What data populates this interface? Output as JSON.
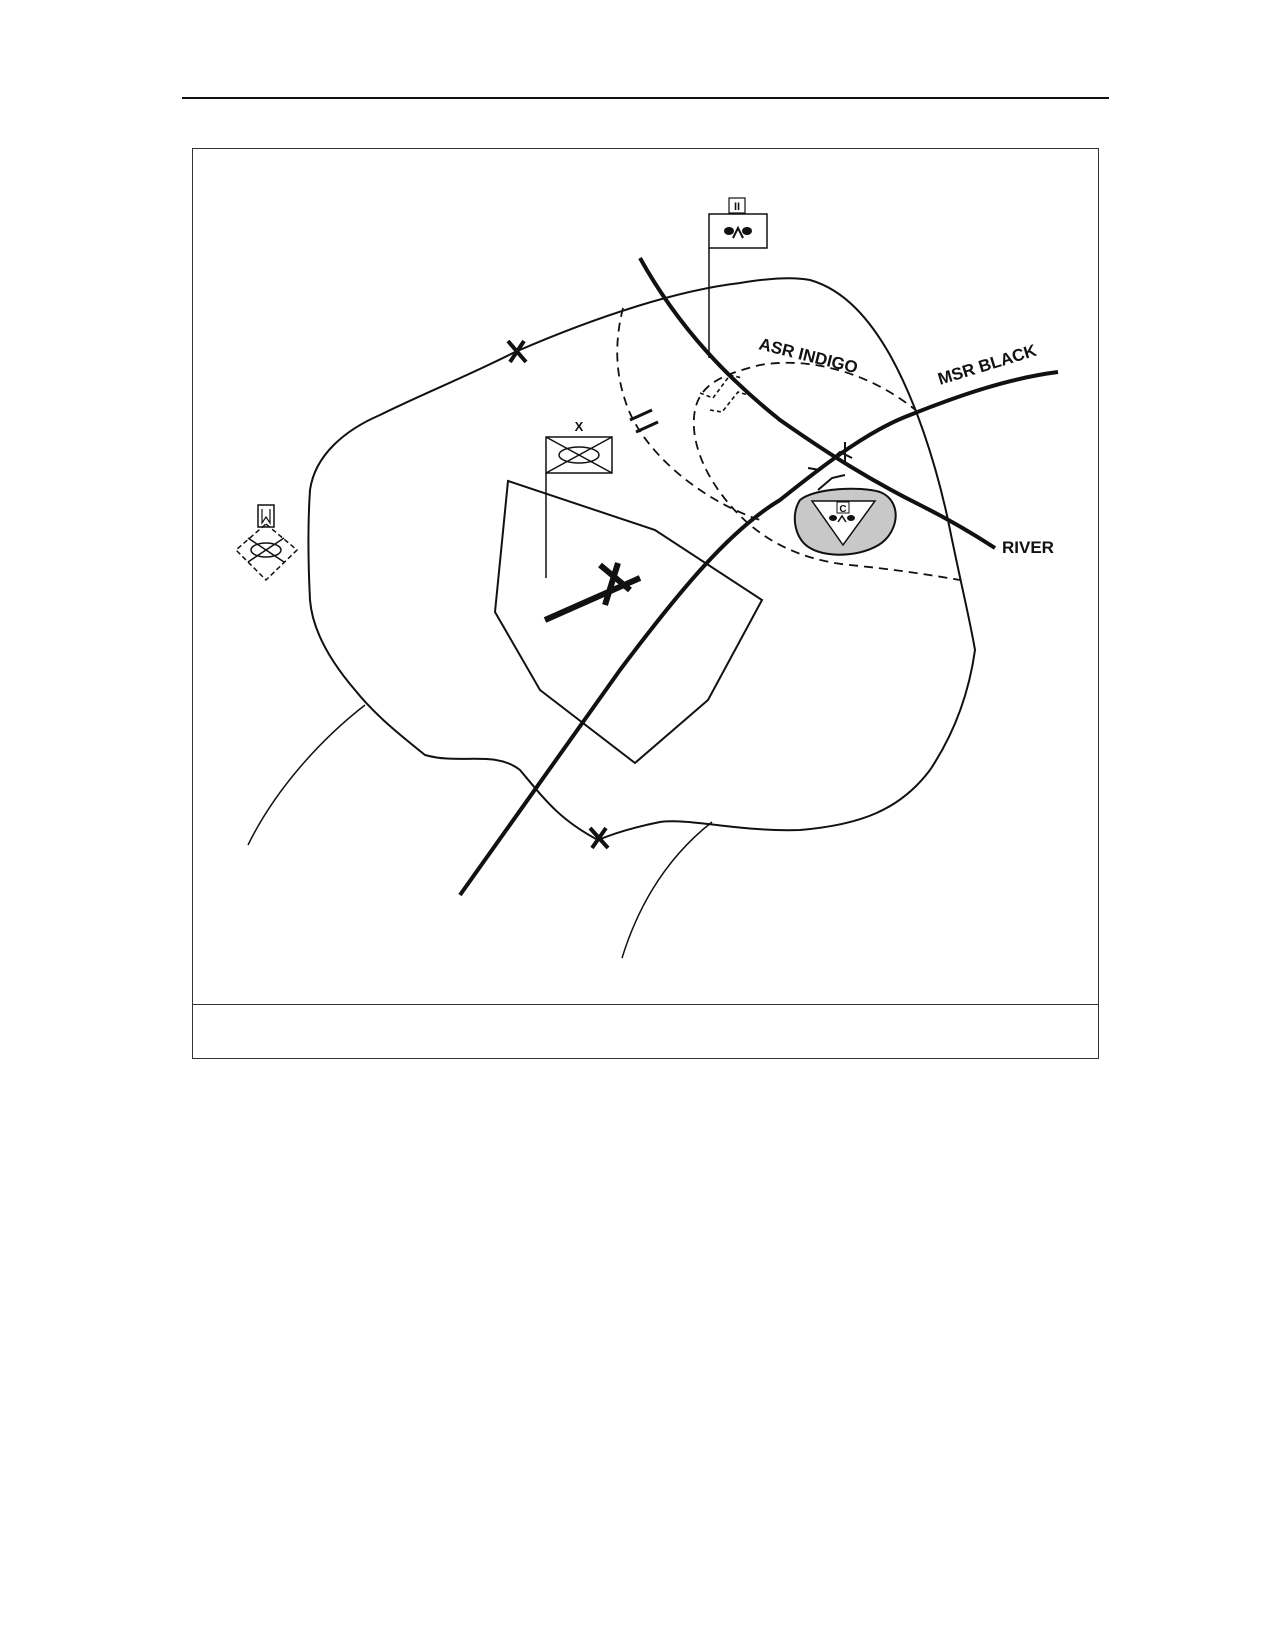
{
  "page": {
    "background": "#ffffff",
    "ink": "#111111"
  },
  "map": {
    "labels": {
      "asr": "ASR INDIGO",
      "msr": "MSR BLACK",
      "river": "RIVER"
    },
    "boundary_marker": "X",
    "brigade_echelon": "X",
    "battalion_echelon": "II",
    "combat_trains_code": "C",
    "icons": {
      "brigade_unit": "armor-brigade-symbol-icon",
      "battalion_unit": "engineer-battalion-symbol-icon",
      "planned_unit": "planned-unit-diamond-icon",
      "combat_trains": "combat-trains-triangle-icon",
      "airstrip": "airstrip-icon",
      "river_crossing": "river-crossing-icon",
      "bypass_crossing": "bypass-crossing-icon",
      "gap_marker": "gap-marker-icon"
    }
  },
  "caption": {
    "text": ""
  }
}
